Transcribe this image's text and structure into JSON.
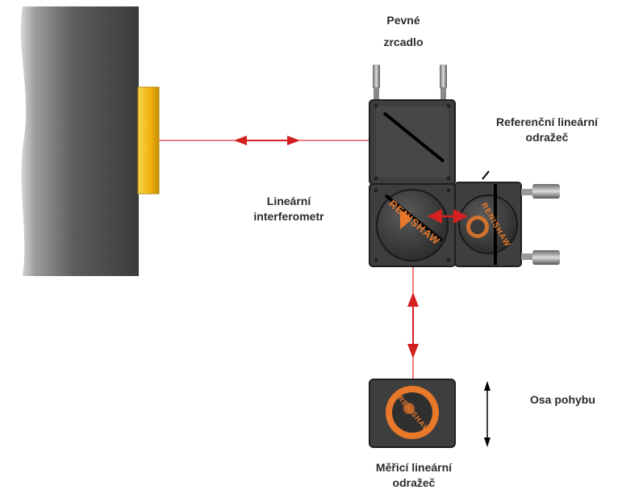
{
  "labels": {
    "fixed_mirror_1": "Pevné",
    "fixed_mirror_2": "zrcadlo",
    "reference_reflector_1": "Referenční lineární",
    "reference_reflector_2": "odražeč",
    "interferometer_1": "Lineární",
    "interferometer_2": "interferometr",
    "axis_of_motion": "Osa pohybu",
    "measuring_reflector_1": "Měřicí lineární",
    "measuring_reflector_2": "odražeč"
  },
  "logo_text": "RENISHAW",
  "colors": {
    "beam": "#e83a3a",
    "arrow": "#d42020",
    "optic_body": "#3e3e3e",
    "optic_edge": "#1e1e1e",
    "logo_orange": "#e8782a",
    "source_yellow": "#f2c21a",
    "laser_body": "#5a5a5a"
  }
}
